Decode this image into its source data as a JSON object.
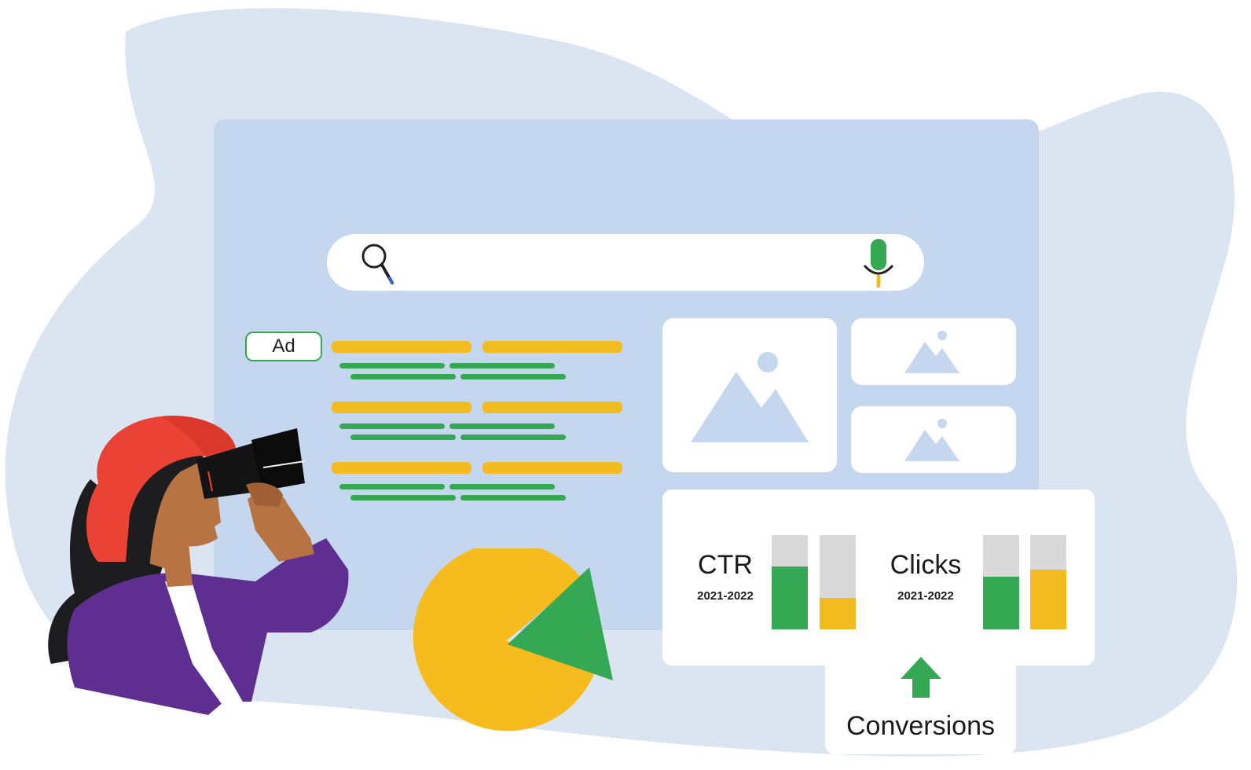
{
  "colors": {
    "blob": "#dbe5f2",
    "window": "#c5d7ee",
    "gold": "#f2bb1f",
    "green": "#34a853",
    "grey": "#d9d9d9",
    "hat": "#ea4335",
    "jacket": "#5e2f91"
  },
  "icons": {
    "search": "search-icon",
    "mic": "microphone-icon",
    "image": "image-placeholder-icon",
    "arrow": "arrow-up-icon",
    "pie": "pie-chart-icon",
    "person": "woman-with-binoculars"
  },
  "ad": {
    "label": "Ad"
  },
  "metrics": {
    "ctr": {
      "label": "CTR",
      "period": "2021-2022",
      "bars": [
        {
          "fill": 0.67,
          "color": "green"
        },
        {
          "fill": 0.33,
          "color": "gold"
        }
      ]
    },
    "clicks": {
      "label": "Clicks",
      "period": "2021-2022",
      "bars": [
        {
          "fill": 0.56,
          "color": "green"
        },
        {
          "fill": 0.63,
          "color": "gold"
        }
      ]
    }
  },
  "conversions": {
    "label": "Conversions"
  }
}
